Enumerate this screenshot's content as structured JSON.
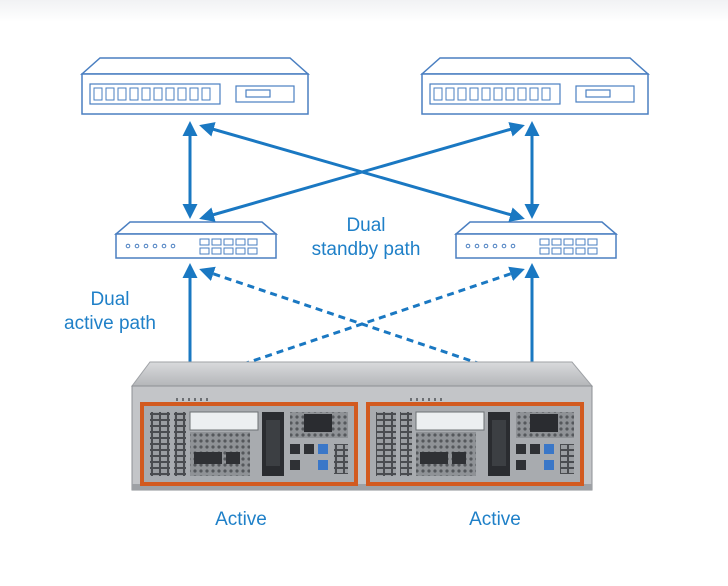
{
  "labels": {
    "standby_line1": "Dual",
    "standby_line2": "standby path",
    "active_line1": "Dual",
    "active_line2": "active path"
  },
  "controllers": {
    "left_status": "Active",
    "right_status": "Active"
  },
  "colors": {
    "line_blue": "#1a78c2",
    "device_outline": "#4a7fc1",
    "label_blue": "#1f80c8",
    "controller_frame": "#d25a1f",
    "chassis_gray": "#b9bbbe"
  }
}
